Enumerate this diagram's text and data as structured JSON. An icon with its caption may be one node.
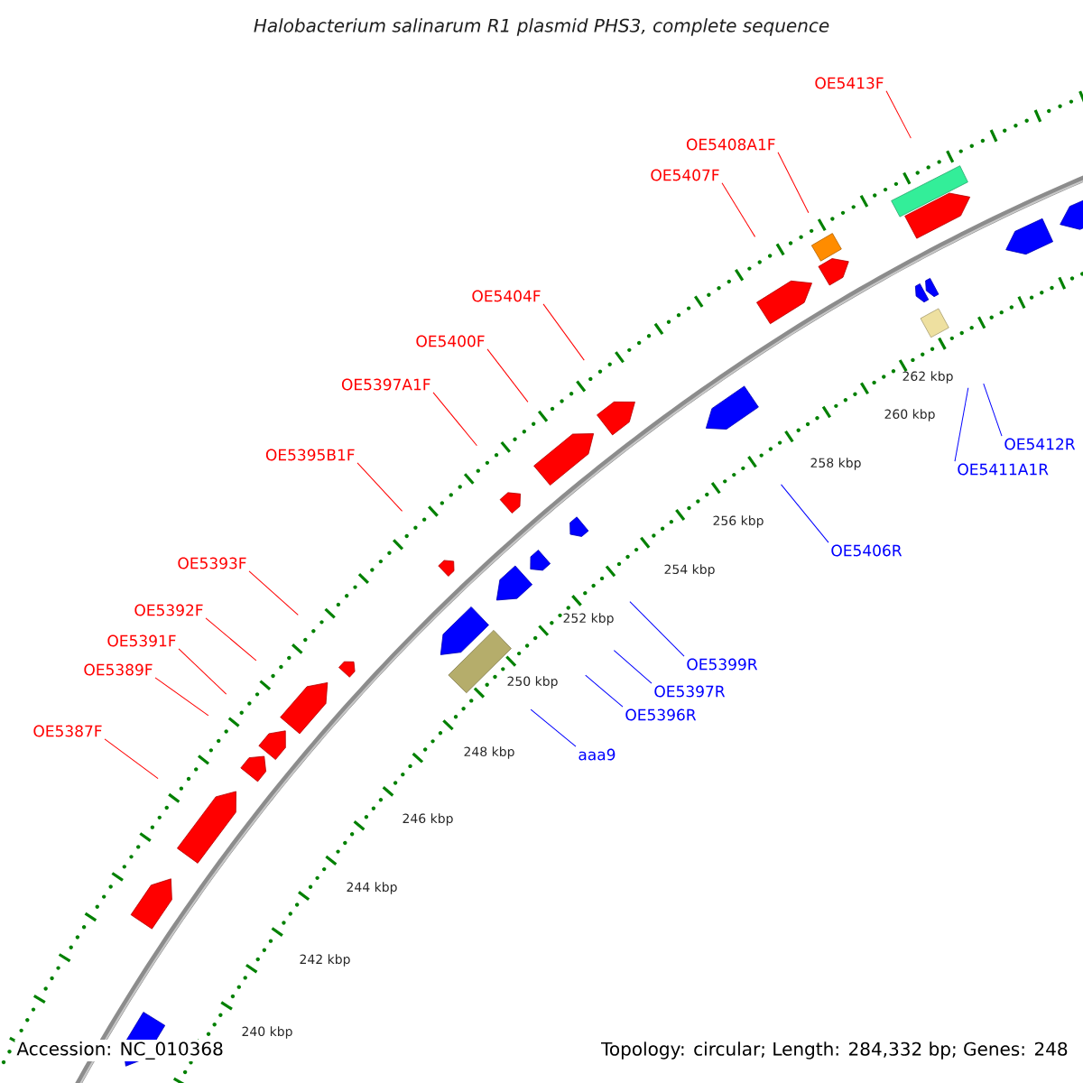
{
  "diagram": {
    "title": "Halobacterium salinarum R1 plasmid PHS3, complete sequence",
    "nodes": [
      {
        "text": [
          "OE5413F"
        ]
      },
      {
        "text": [
          "OE5408A1F"
        ]
      },
      {
        "text": [
          "OE5407F"
        ]
      },
      {
        "text": [
          "OE5404F"
        ]
      },
      {
        "text": [
          "OE5400F"
        ]
      },
      {
        "text": [
          "OE5397A1F"
        ]
      },
      {
        "text": [
          "OE5412R"
        ]
      },
      {
        "text": [
          "OE5395B1F"
        ]
      },
      {
        "text": [
          "OE5411A1R"
        ]
      },
      {
        "text": [
          "OE5406R"
        ]
      },
      {
        "text": [
          "OE5393F"
        ]
      },
      {
        "text": [
          "OE5392F"
        ]
      },
      {
        "text": [
          "OE5391F"
        ]
      },
      {
        "text": [
          "OE5399R"
        ]
      },
      {
        "text": [
          "OE5389F"
        ]
      },
      {
        "text": [
          "OE5397R"
        ]
      },
      {
        "text": [
          "OE5396R"
        ]
      },
      {
        "text": [
          "OE5387F"
        ]
      },
      {
        "text": [
          "aaa9"
        ]
      }
    ],
    "edges": [
      {
        "from": 0,
        "to": null,
        "arrow": "none"
      },
      {
        "from": 1,
        "to": null,
        "arrow": "none"
      },
      {
        "from": 2,
        "to": null,
        "arrow": "none"
      },
      {
        "from": 3,
        "to": null,
        "arrow": "none"
      },
      {
        "from": 4,
        "to": null,
        "arrow": "none"
      },
      {
        "from": 5,
        "to": null,
        "arrow": "none"
      },
      {
        "from": 6,
        "to": null,
        "arrow": "none",
        "color": "#0000ff"
      },
      {
        "from": 7,
        "to": null,
        "arrow": "none"
      },
      {
        "from": 8,
        "to": null,
        "arrow": "none",
        "color": "#0000ff"
      },
      {
        "from": 9,
        "to": null,
        "arrow": "none",
        "color": "#0000ff"
      },
      {
        "from": 10,
        "to": null,
        "arrow": "none"
      },
      {
        "from": 11,
        "to": null,
        "arrow": "none"
      },
      {
        "from": 12,
        "to": null,
        "arrow": "none"
      },
      {
        "from": 13,
        "to": null,
        "arrow": "none",
        "color": "#0000ff"
      },
      {
        "from": 14,
        "to": null,
        "arrow": "none"
      },
      {
        "from": 15,
        "to": null,
        "arrow": "none",
        "color": "#0000ff"
      },
      {
        "from": 16,
        "to": null,
        "arrow": "none",
        "color": "#0000ff"
      },
      {
        "from": 17,
        "to": null,
        "arrow": "none"
      },
      {
        "from": 18,
        "to": null,
        "arrow": "none",
        "color": "#0000ff"
      }
    ],
    "labels": [
      "262 kbp",
      "260 kbp",
      "258 kbp",
      "256 kbp",
      "254 kbp",
      "252 kbp",
      "250 kbp",
      "248 kbp",
      "246 kbp",
      "244 kbp",
      "242 kbp",
      "240 kbp",
      "Accession: NC_010368",
      "Topology: circular; Length: 284,332 bp; Genes: 248"
    ]
  }
}
